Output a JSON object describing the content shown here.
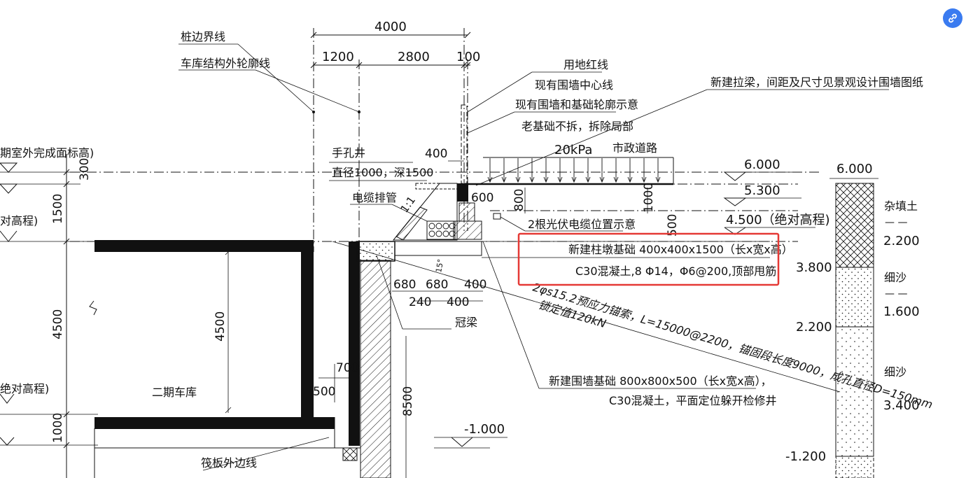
{
  "labels": {
    "pile_boundary": "桩边界线",
    "garage_outline": "车库结构外轮廓线",
    "land_red_line": "用地红线",
    "wall_center": "现有围墙中心线",
    "wall_found_outline": "现有围墙和基础轮廓示意",
    "old_found": "老基础不拆，拆除局部",
    "new_tie_beam": "新建拉梁，间距及尺寸见景观设计围墙图纸",
    "outdoor_level": "期室外完成面标高)",
    "abs_level": "对高程)",
    "abs_level2": "绝对高程)",
    "hand_well": "手孔井",
    "hand_well_size": "直径1000，深1500",
    "cable_pipe": "电缆排管",
    "load": "20kPa",
    "road": "市政道路",
    "pv_cable": "2根光伏电缆位置示意",
    "pier_found": "新建柱墩基础 400x400x1500（长x宽x高）",
    "pier_concrete": "C30混凝土,8 Φ14，Φ6@200,顶部甩筋",
    "anchor": "2φs15.2预应力锚索，L=15000@2200，锚固段长度9000，成孔直径D=150mm",
    "lock": "锁定值120kN",
    "crown_beam": "冠梁",
    "wall_found": "新建围墙基础 800x800x500（长x宽x高），",
    "wall_found_concrete": "C30混凝土，平面定位躲开检修井",
    "garage2": "二期车库",
    "raft_edge": "筏板外边线",
    "abs_elev_tag": "4.500（绝对高程)",
    "fill_soil": "杂填土",
    "fine_sand": "细沙",
    "fine_sand2": "细沙",
    "slope": "1:1",
    "angle": "15°"
  },
  "dims": {
    "d4000": "4000",
    "d1200": "1200",
    "d2800": "2800",
    "d100": "100",
    "d400": "400",
    "d300": "300",
    "d1500": "1500",
    "d4500": "4500",
    "d4500b": "4500",
    "d1000": "1000",
    "d600": "600",
    "d800": "800",
    "d1000b": "1000",
    "d500": "500",
    "d680a": "680",
    "d680b": "680",
    "d400b": "400",
    "d240": "240",
    "d400c": "400",
    "d700": "700",
    "d500b": "500",
    "d8500": "8500"
  },
  "levels": {
    "l6000": "6.000",
    "l5300": "5.300",
    "lm1000": "-1.000"
  },
  "soil": {
    "top": "6.000",
    "fill_dash": "— —",
    "fill_bottom": "2.200",
    "l3800": "3.800",
    "sand_dash": "— —",
    "sand_value": "1.600",
    "l2200": "2.200",
    "sand2_value": "3.400",
    "lm1200": "-1.200"
  },
  "colors": {
    "line": "#111111",
    "highlight_box": "#e53935",
    "link_button": "#3a7bf0"
  },
  "icons": {
    "link": "link-icon"
  }
}
